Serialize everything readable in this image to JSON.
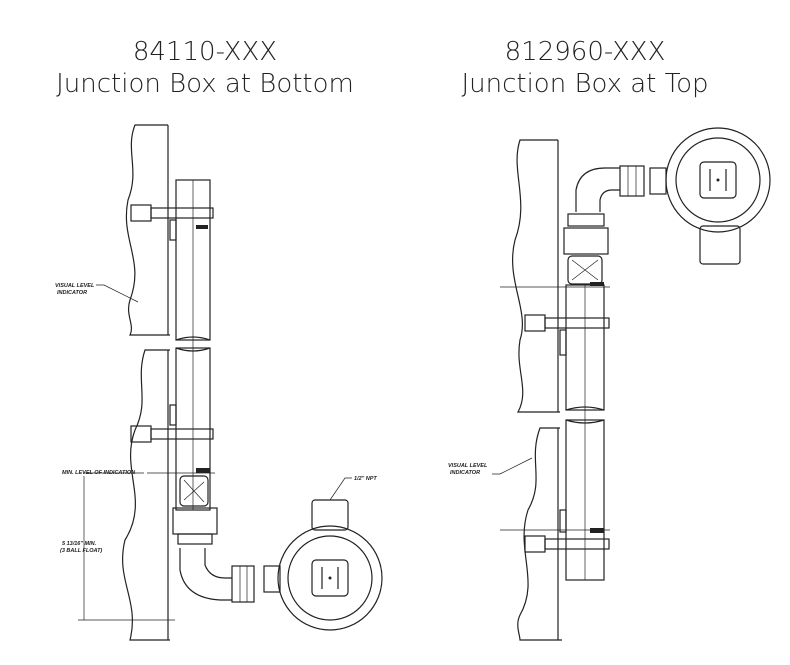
{
  "left": {
    "part_number": "84110-XXX",
    "subtitle": "Junction Box at Bottom",
    "labels": {
      "visual_indicator_line1": "VISUAL LEVEL",
      "visual_indicator_line2": "INDICATOR",
      "min_level": "MIN. LEVEL OF INDICATION",
      "npt": "1/2\" NPT",
      "dimension_line1": "5 13/16\" MIN.",
      "dimension_line2": "(3 BALL FLOAT)"
    }
  },
  "right": {
    "part_number": "812960-XXX",
    "subtitle": "Junction Box at Top",
    "labels": {
      "visual_indicator_line1": "VISUAL LEVEL",
      "visual_indicator_line2": "INDICATOR"
    }
  }
}
